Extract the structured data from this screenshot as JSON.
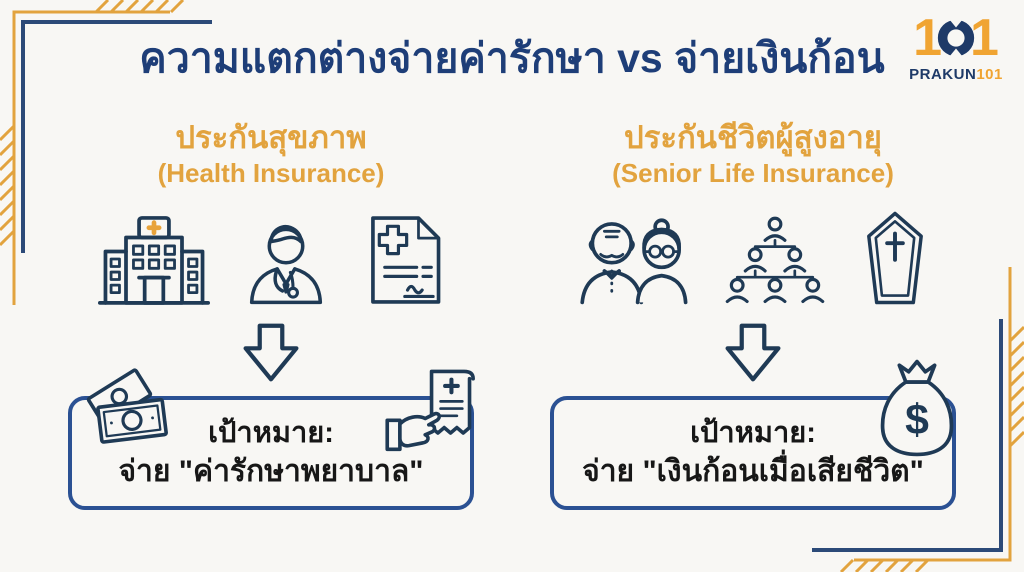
{
  "page": {
    "background": "#f8f7f4"
  },
  "colors": {
    "title_navy": "#1e3e78",
    "frame_navy": "#2c4a78",
    "frame_orange": "#e2a33e",
    "icon_navy": "#1f3a55",
    "box_border_blue": "#2b5193",
    "text_dark": "#171717",
    "hospital_cross_orange": "#e8a33b",
    "logo_orange": "#f0a432"
  },
  "header": {
    "title": "ความแตกต่างจ่ายค่ารักษา vs จ่ายเงินก้อน"
  },
  "logo": {
    "left_digit": "1",
    "right_digit": "1",
    "zero_icon": "aperture-zero-icon",
    "name_prefix": "PRAKUN",
    "name_suffix": "101"
  },
  "columns": [
    {
      "title_th": "ประกันสุขภาพ",
      "title_en": "(Health Insurance)",
      "icons": [
        "hospital-icon",
        "doctor-icon",
        "medical-bill-icon"
      ],
      "arrow_icon": "down-arrow-icon",
      "goal_label": "เป้าหมาย:",
      "goal_value": "จ่าย \"ค่ารักษาพยาบาล\"",
      "box_icons": [
        "banknotes-icon",
        "hand-receipt-icon"
      ]
    },
    {
      "title_th": "ประกันชีวิตผู้สูงอายุ",
      "title_en": "(Senior Life Insurance)",
      "icons": [
        "elderly-couple-icon",
        "family-tree-icon",
        "coffin-icon"
      ],
      "arrow_icon": "down-arrow-icon",
      "goal_label": "เป้าหมาย:",
      "goal_value": "จ่าย \"เงินก้อนเมื่อเสียชีวิต\"",
      "box_icons": [
        "money-bag-icon"
      ]
    }
  ],
  "money_bag_symbol": "$"
}
